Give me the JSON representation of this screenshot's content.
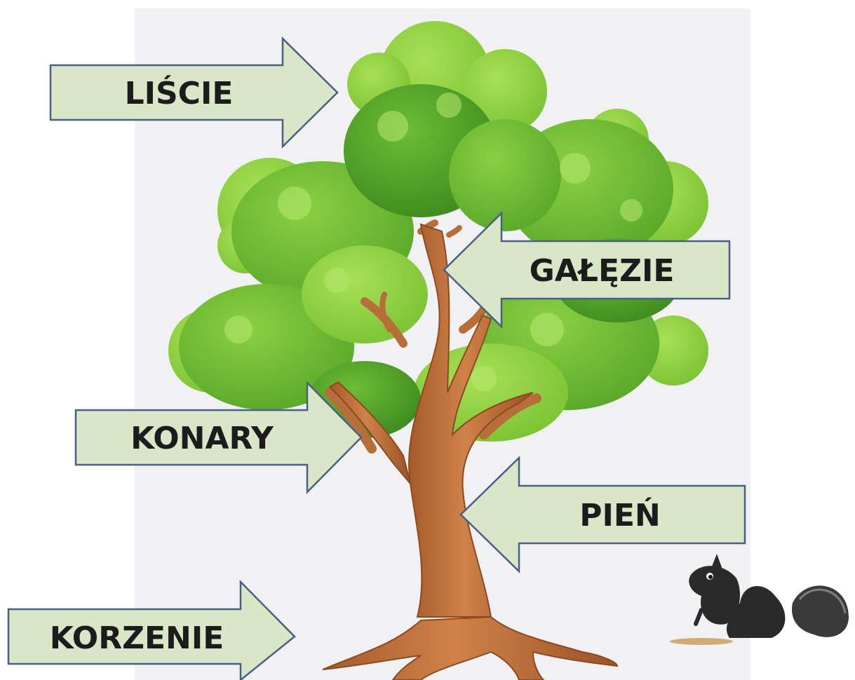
{
  "labels": {
    "leaves": "LIŚCIE",
    "twigs": "GAŁĘZIE",
    "boughs": "KONARY",
    "trunk": "PIEŃ",
    "roots": "KORZENIE"
  },
  "colors": {
    "arrow_fill": "#d9e6c8",
    "arrow_stroke": "#4a5f86",
    "bark": "#c0743e",
    "foliage_light": "#8fd13f",
    "foliage_mid": "#6fba2f",
    "foliage_dark": "#4f9a24",
    "squirrel": "#2a2a2a"
  },
  "icons": {
    "squirrel": "squirrel-icon"
  }
}
